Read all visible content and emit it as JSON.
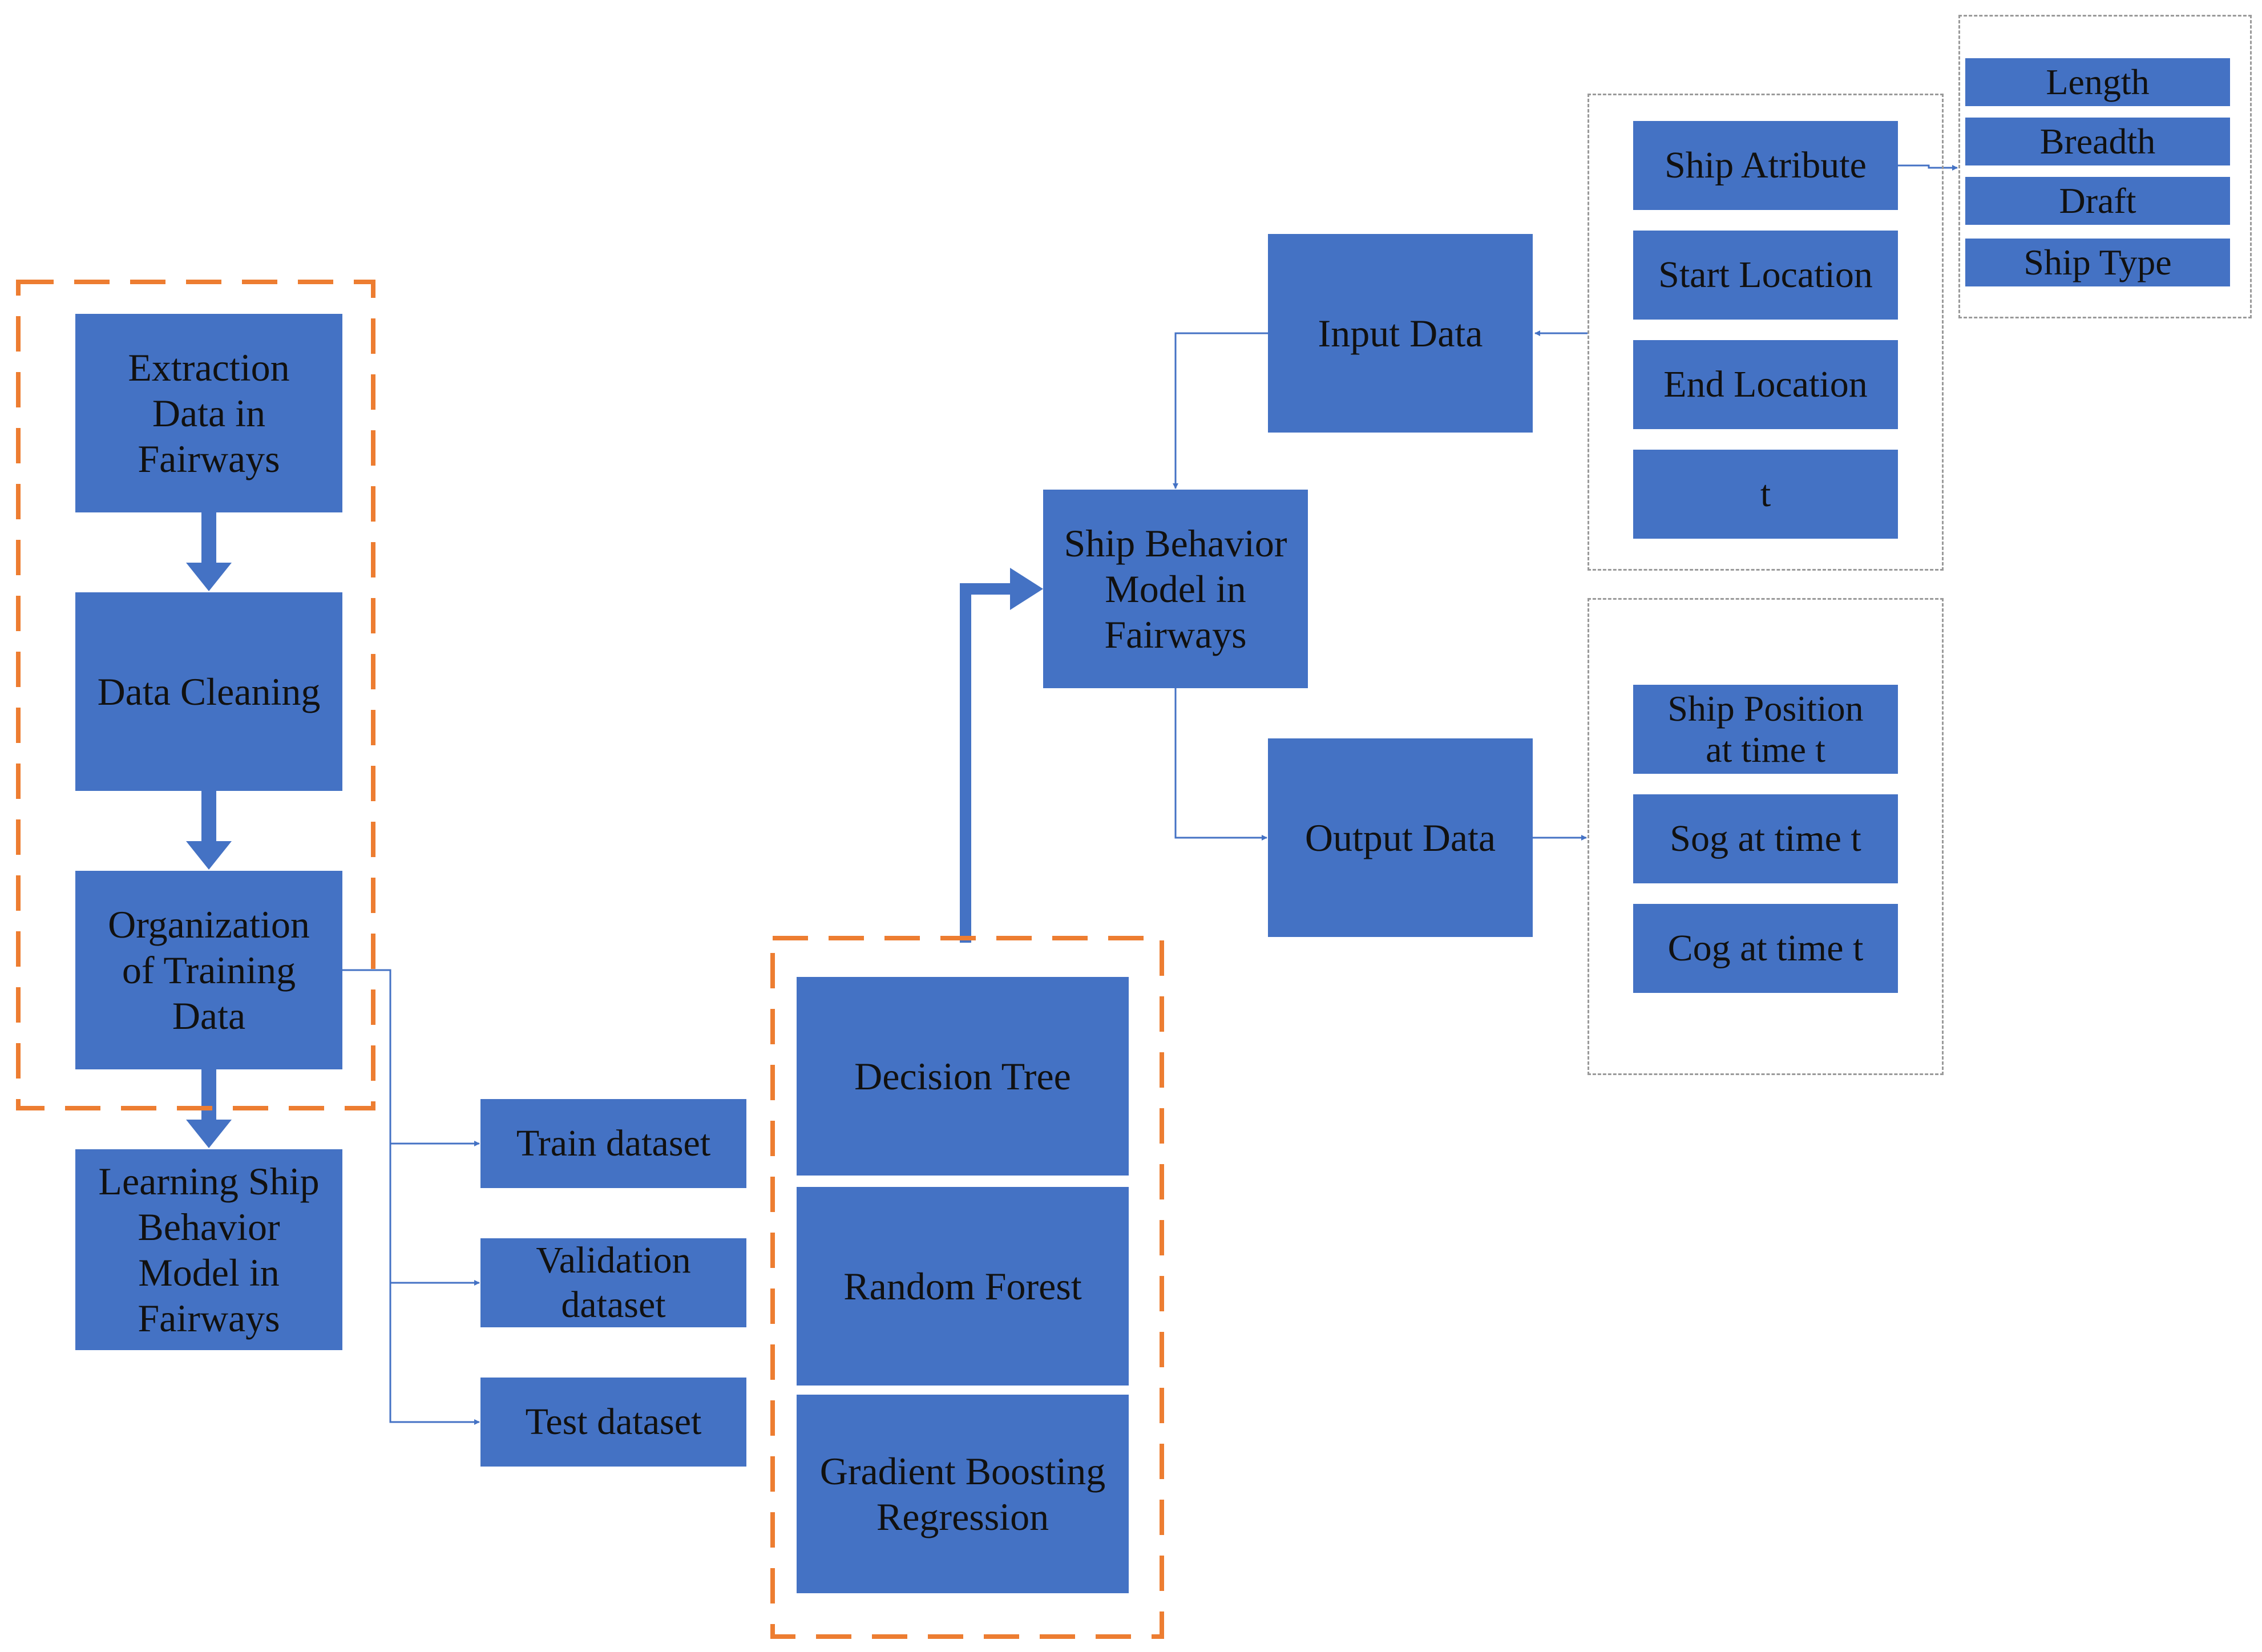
{
  "colors": {
    "box_fill": "#4472C4",
    "connector": "#4472C4",
    "orange_dash": "#ED7D31",
    "gray_dash": "#9A9A9A",
    "text": "#111111"
  },
  "pipeline": {
    "extraction": "Extraction\nData in\nFairways",
    "cleaning": "Data Cleaning",
    "organization": "Organization\nof Training\nData",
    "learning": "Learning Ship\nBehavior\nModel in\nFairways"
  },
  "datasets": {
    "train": "Train dataset",
    "validation": "Validation\ndataset",
    "test": "Test dataset"
  },
  "algorithms": {
    "decision_tree": "Decision Tree",
    "random_forest": "Random Forest",
    "gradient_boosting": "Gradient Boosting\nRegression"
  },
  "model": {
    "title": "Ship Behavior\nModel in\nFairways",
    "input": "Input Data",
    "output": "Output Data"
  },
  "inputs": {
    "ship_attribute": "Ship Atribute",
    "start_location": "Start Location",
    "end_location": "End Location",
    "t": "t"
  },
  "attributes": {
    "length": "Length",
    "breadth": "Breadth",
    "draft": "Draft",
    "ship_type": "Ship Type"
  },
  "outputs": {
    "position": "Ship Position\nat time t",
    "sog": "Sog at time t",
    "cog": "Cog at time t"
  }
}
